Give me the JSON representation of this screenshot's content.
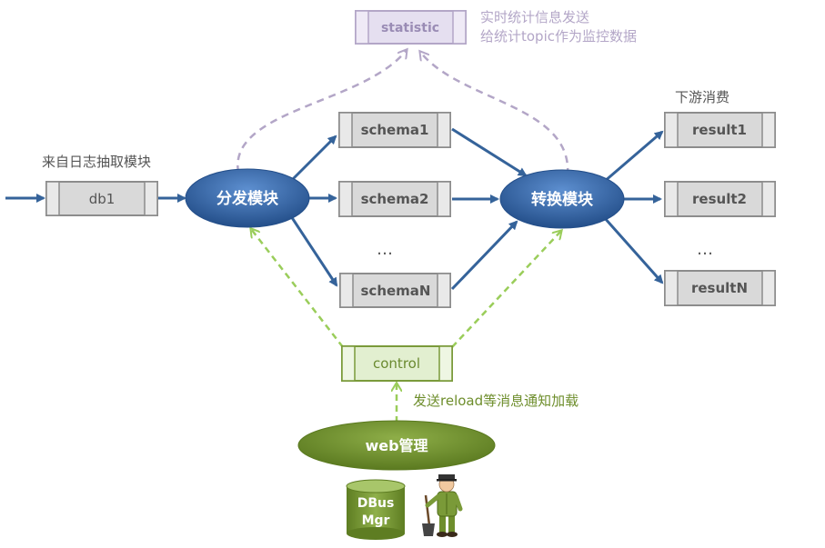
{
  "labels": {
    "source": "来自日志抽取模块",
    "downstream": "下游消费",
    "stat_note_1": "实时统计信息发送",
    "stat_note_2": "给统计topic作为监控数据",
    "reload_note": "发送reload等消息通知加载"
  },
  "queues": {
    "db1": "db1",
    "statistic": "statistic",
    "schema1": "schema1",
    "schema2": "schema2",
    "schemaN": "schemaN",
    "result1": "result1",
    "result2": "result2",
    "resultN": "resultN",
    "control": "control"
  },
  "ellipsis": "…",
  "modules": {
    "dispatch": "分发模块",
    "transform": "转换模块",
    "web": "web管理"
  },
  "db": {
    "line1": "DBus",
    "line2": "Mgr"
  },
  "colors": {
    "blue_node": "#2e5f9e",
    "blue_arrow": "#35639a",
    "green_node": "#6e8e2c",
    "green_dash": "#9acd5a",
    "purple_dash": "#b3a6c7",
    "queue_fill": "#d9d9d9",
    "queue_border": "#8c8c8c"
  }
}
